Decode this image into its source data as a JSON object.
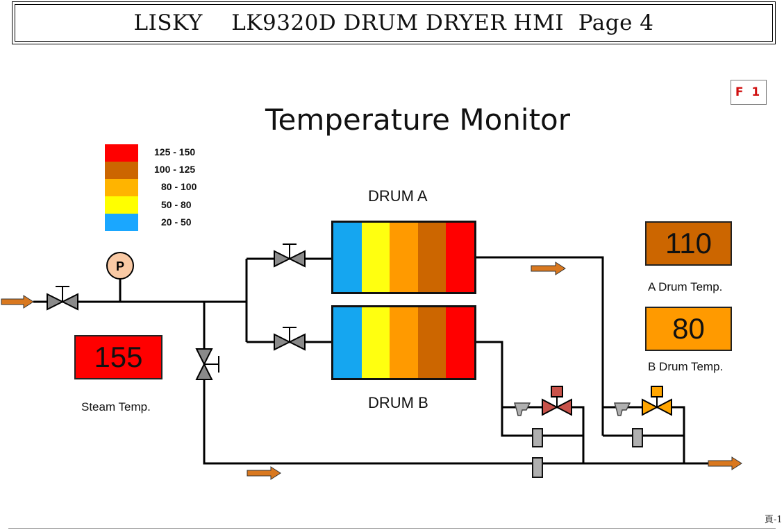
{
  "header": {
    "title": "LISKY    LK9320D DRUM DRYER HMI  Page 4"
  },
  "function_key": "F 1",
  "page_title": "Temperature Monitor",
  "legend": [
    {
      "range": "125 - 150",
      "color": "#ff0000"
    },
    {
      "range": "100 - 125",
      "color": "#cc6600"
    },
    {
      "range": "80 - 100",
      "color": "#ffb400"
    },
    {
      "range": "50 - 80",
      "color": "#ffff00"
    },
    {
      "range": "20 - 50",
      "color": "#1aa7ff"
    }
  ],
  "drum_a": {
    "label": "DRUM A",
    "bands": [
      "#15a6f0",
      "#ffff10",
      "#ff9a00",
      "#cc6600",
      "#ff0000"
    ],
    "temperature": "110",
    "temperature_color": "#cc6600",
    "caption": "A  Drum Temp."
  },
  "drum_b": {
    "label": "DRUM B",
    "bands": [
      "#15a6f0",
      "#ffff10",
      "#ff9a00",
      "#cc6600",
      "#ff0000"
    ],
    "temperature": "80",
    "temperature_color": "#ff9a00",
    "caption": "B  Drum Temp."
  },
  "steam": {
    "temperature": "155",
    "temperature_color": "#ff0000",
    "caption": "Steam Temp.",
    "gauge_label": "P"
  },
  "footer": {
    "page_number": "頁-1"
  },
  "colors": {
    "flow_arrow": "#d9781f",
    "manual_valve": "#8a8a8a",
    "control_valve_a": "#c8524a",
    "control_valve_b": "#ffa500",
    "trap": "#b0b0b0",
    "pipe": "#000000",
    "gauge_fill": "#f9c9a4"
  }
}
